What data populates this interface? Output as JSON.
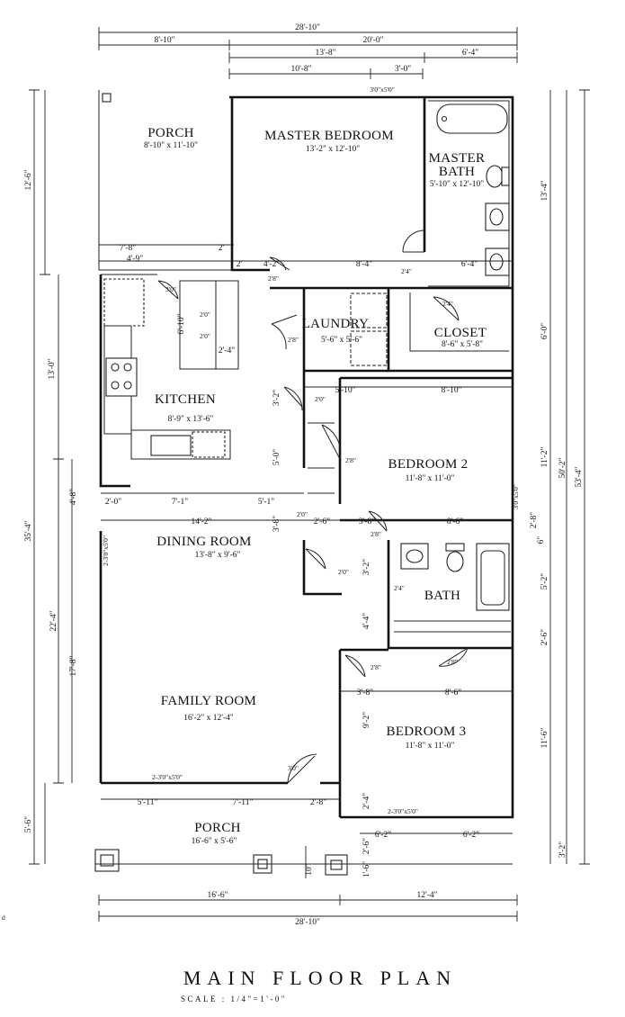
{
  "rooms": [
    {
      "key": "porch_top",
      "name": "PORCH",
      "size": "8'-10\" x 11'-10\""
    },
    {
      "key": "master_bedroom",
      "name": "MASTER BEDROOM",
      "size": "13'-2\" x 12'-10\""
    },
    {
      "key": "master_bath",
      "name": "MASTER BATH",
      "name_line1": "MASTER",
      "name_line2": "BATH",
      "size": "5'-10\" x 12'-10\""
    },
    {
      "key": "laundry",
      "name": "LAUNDRY",
      "size": "5'-6\" x 5'-6\""
    },
    {
      "key": "closet",
      "name": "CLOSET",
      "size": "8'-6\" x 5'-8\""
    },
    {
      "key": "kitchen",
      "name": "KITCHEN",
      "size": "8'-9\" x 13'-6\""
    },
    {
      "key": "bedroom2",
      "name": "BEDROOM 2",
      "size": "11'-8\" x 11'-0\""
    },
    {
      "key": "dining",
      "name": "DINING ROOM",
      "size": "13'-8\" x 9'-6\""
    },
    {
      "key": "bath",
      "name": "BATH",
      "size": ""
    },
    {
      "key": "family",
      "name": "FAMILY ROOM",
      "size": "16'-2\" x 12'-4\""
    },
    {
      "key": "bedroom3",
      "name": "BEDROOM 3",
      "size": "11'-8\" x 11'-0\""
    },
    {
      "key": "porch_bottom",
      "name": "PORCH",
      "size": "16'-6\" x 5'-6\""
    }
  ],
  "dimensions_top": [
    "28'-10\"",
    "8'-10\"",
    "20'-0\"",
    "13'-8\"",
    "6'-4\"",
    "10'-8\"",
    "3'-0\""
  ],
  "dimensions_bottom": [
    "16'-6\"",
    "12'-4\"",
    "28'-10\""
  ],
  "dimensions_left": [
    "12'-6\"",
    "13'-0\"",
    "35'-4\"",
    "4'-8\"",
    "22'-4\"",
    "17'-8\"",
    "5'-6\""
  ],
  "dimensions_right": [
    "13'-4\"",
    "6'-0\"",
    "11'-2\"",
    "50'-2\"",
    "53'-4\"",
    "2'-8\"",
    "6\"",
    "5'-2\"",
    "2'-6\"",
    "11'-6\"",
    "3'-2\""
  ],
  "dimensions_interior": [
    "7'-8\"",
    "4'-9\"",
    "2'",
    "2'",
    "4'-2\"",
    "8'-4\"",
    "6'-4\"",
    "5'-10\"",
    "8'-10\"",
    "2'-0\"",
    "7'-1\"",
    "5'-1\"",
    "14'-2\"",
    "2'-6\"",
    "3'-8\"",
    "8'-6\"",
    "3'-8\"",
    "8'-6\"",
    "5'-11\"",
    "7'-11\"",
    "2'-8\"",
    "6'-2\"",
    "6'-2\"",
    "6'-10\"",
    "2'-4\"",
    "3'-2\"",
    "5'-0\"",
    "3'-8\"",
    "3'-2\"",
    "4'-4\"",
    "9'-2\"",
    "2'-4\"",
    "2'-6\"",
    "1'-6\"",
    "10\""
  ],
  "door_labels": [
    "3'0\"",
    "2'8\"",
    "2'0\"",
    "2'0\"",
    "2'8\"",
    "2'4\"",
    "2'4\"",
    "2'0\"",
    "2'8\"",
    "2'0\"",
    "2'8\"",
    "2'0\"",
    "2'4\"",
    "2'8\"",
    "2'8\"",
    "3'0\""
  ],
  "window_labels": [
    "3'0\"x5'0\"",
    "2-3'0\"x5'0\"",
    "3'0\"x5'0\"",
    "2-3'0\"x5'0\"",
    "2-3'0\"x5'0\""
  ],
  "footer": {
    "title": "MAIN FLOOR PLAN",
    "scale": "SCALE : 1/4\"=1'-0\""
  },
  "edge_mark": "d"
}
